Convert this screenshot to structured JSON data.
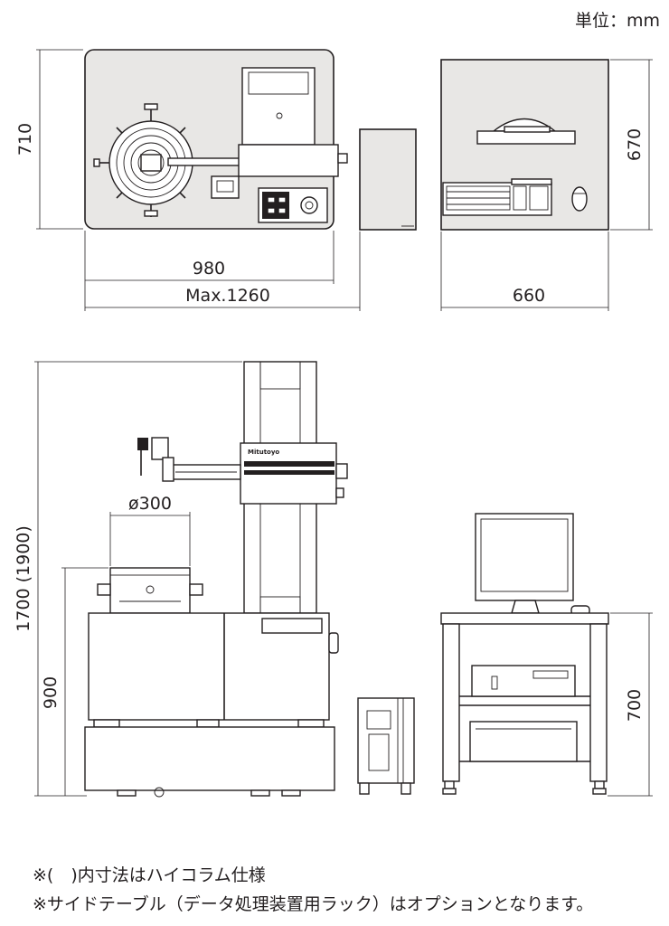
{
  "unit_label": "単位：mm",
  "dimensions": {
    "top_height": "710",
    "top_width": "980",
    "top_max_width": "Max.1260",
    "rack_depth": "670",
    "rack_width": "660",
    "phi": "ø300",
    "total_height": "1700 (1900)",
    "table_height": "900",
    "rack_height": "700"
  },
  "brand_label": "Mitutoyo",
  "notes": [
    "※(　)内寸法はハイコラム仕様",
    "※サイドテーブル（データ処理装置用ラック）はオプションとなります。"
  ]
}
